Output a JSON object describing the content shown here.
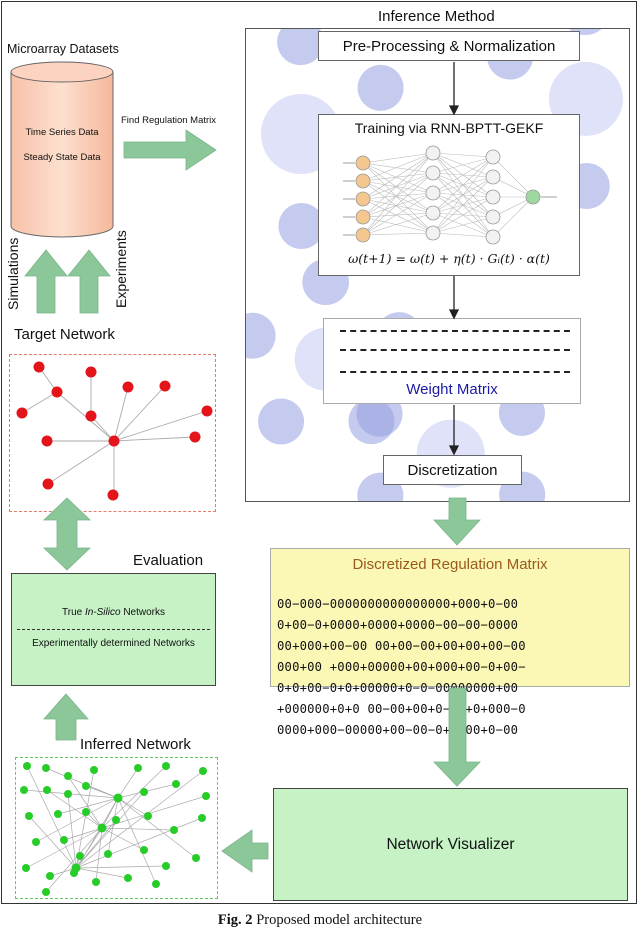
{
  "inference": {
    "title": "Inference Method",
    "preprocessing": "Pre-Processing & Normalization",
    "training": "Training via RNN-BPTT-GEKF",
    "equation": "ω(t+1) = ω(t) + η(t) · Gᵢ(t) · α(t)",
    "weight_matrix": "Weight Matrix",
    "discretization": "Discretization"
  },
  "datasets": {
    "title": "Microarray Datasets",
    "line1": "Time Series Data",
    "line2": "Steady State Data",
    "find_label": "Find Regulation Matrix"
  },
  "side_labels": {
    "simulations": "Simulations",
    "experiments": "Experiments"
  },
  "target_network": {
    "title": "Target Network"
  },
  "evaluation": {
    "title": "Evaluation",
    "line1_prefix": "True ",
    "line1_italic": "In-Silico",
    "line1_suffix": " Networks",
    "line2": "Experimentally determined Networks"
  },
  "drm": {
    "title": "Discretized Regulation Matrix",
    "rows": [
      "00−000−0000000000000000+000+0−00",
      "0+00−0+0000+0000+0000−00−00−0000",
      "00+000+00−00 00+00−00+00+00+00−00",
      "000+00 +000+00000+00+000+00−0+00−",
      "0+0+00−0+0+00000+0−0−00000000+00",
      "+000000+0+0 00−00+00+0−00+0+000−0",
      "0000+000−00000+00−00−0+0+00+0−00"
    ]
  },
  "inferred_network": {
    "title": "Inferred Network"
  },
  "visualizer": {
    "label": "Network Visualizer"
  },
  "caption": {
    "bold": "Fig. 2",
    "text": " Proposed model architecture"
  },
  "colors": {
    "arrow_green": "#8cc79a",
    "box_green": "#c6f2c6",
    "drm_yellow": "#fbf7b5",
    "node_red": "#e4141b",
    "node_green": "#28cc28",
    "weight_blue": "#1a1aa6",
    "drm_title": "#9a5a1c"
  }
}
